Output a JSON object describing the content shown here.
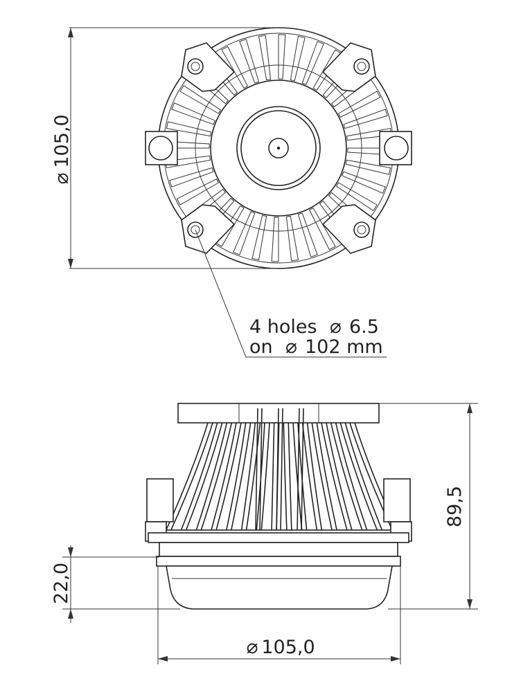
{
  "top_view": {
    "diameter_symbol": "⌀",
    "diameter_value": "105,0"
  },
  "note": {
    "line1_prefix": "4 holes",
    "line1_symbol": "⌀",
    "line1_value": "6.5",
    "line2_prefix": "on",
    "line2_symbol": "⌀",
    "line2_value": "102 mm"
  },
  "side_view": {
    "height_value": "89,5",
    "base_height_value": "22,0",
    "base_diameter_symbol": "⌀",
    "base_diameter_value": "105,0"
  },
  "colors": {
    "line": "#222222",
    "background": "#ffffff"
  }
}
